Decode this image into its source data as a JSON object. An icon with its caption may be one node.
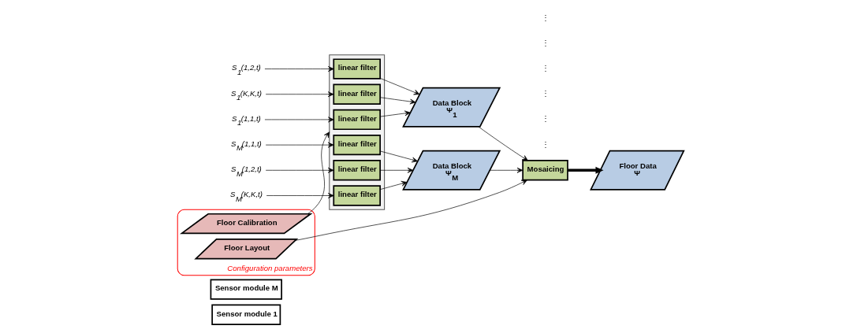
{
  "diagram": {
    "nodes": [
      {
        "text": [
          "Sensor module 1"
        ]
      },
      {
        "text": [
          "Sensor module M"
        ]
      },
      {
        "text": [],
        "shape": "box"
      },
      {
        "text": [
          "linear filter"
        ],
        "in": 2
      },
      {
        "text": [
          "linear filter"
        ],
        "in": 2
      },
      {
        "text": [
          "linear filter"
        ],
        "in": 2
      },
      {
        "text": [
          "linear filter"
        ],
        "in": 2
      },
      {
        "text": [
          "linear filter"
        ],
        "in": 2
      },
      {
        "text": [
          "linear filter"
        ],
        "in": 2
      },
      {
        "text": [
          "S$_{1}$(1,1,t)"
        ]
      },
      {
        "text": [
          "S$_{1}$(1,2,t)"
        ]
      },
      {
        "text": [
          "S$_{1}$(K,K,t)"
        ]
      },
      {
        "text": [
          "S$_{M}$(1,1,t)"
        ]
      },
      {
        "text": [
          "S$_{M}$(1,2,t)"
        ]
      },
      {
        "text": [
          "S$_{M}$(K,K,t)"
        ]
      },
      {
        "text": [
          "Data Block",
          "Ψ$_{1}$"
        ]
      },
      {
        "text": [
          "Data Block",
          "Ψ$_{M}$"
        ]
      },
      {
        "text": [
          "Mosaicing"
        ]
      },
      {
        "text": [
          "Floor Data",
          "Ψ"
        ]
      },
      {
        "text": [
          "Configuration parameters"
        ]
      },
      {
        "text": [
          "Floor Calibration"
        ],
        "in": 19
      },
      {
        "text": [
          "Floor Layout"
        ],
        "in": 19
      }
    ],
    "edges": [
      {
        "from": 9,
        "to": 3,
        "arrow": "to"
      },
      {
        "from": 10,
        "to": 4,
        "arrow": "to"
      },
      {
        "from": 11,
        "to": 5,
        "arrow": "to"
      },
      {
        "from": 12,
        "to": 6,
        "arrow": "to"
      },
      {
        "from": 13,
        "to": 7,
        "arrow": "to"
      },
      {
        "from": 14,
        "to": 8,
        "arrow": "to"
      },
      {
        "from": 3,
        "to": 15,
        "arrow": "to"
      },
      {
        "from": 4,
        "to": 15,
        "arrow": "to"
      },
      {
        "from": 5,
        "to": 15,
        "arrow": "to"
      },
      {
        "from": 6,
        "to": 16,
        "arrow": "to"
      },
      {
        "from": 7,
        "to": 16,
        "arrow": "to"
      },
      {
        "from": 8,
        "to": 16,
        "arrow": "to"
      },
      {
        "from": 15,
        "to": 17,
        "arrow": "to"
      },
      {
        "from": 16,
        "to": 17,
        "arrow": "to"
      },
      {
        "from": 17,
        "to": 18,
        "arrow": "to",
        "style": "thick"
      },
      {
        "from": 20,
        "to": 2,
        "arrow": "to"
      },
      {
        "from": 21,
        "to": 17,
        "arrow": "to"
      }
    ],
    "labels": [
      "⋮",
      "⋮",
      "⋮",
      "⋮",
      "⋮",
      "⋮"
    ]
  }
}
